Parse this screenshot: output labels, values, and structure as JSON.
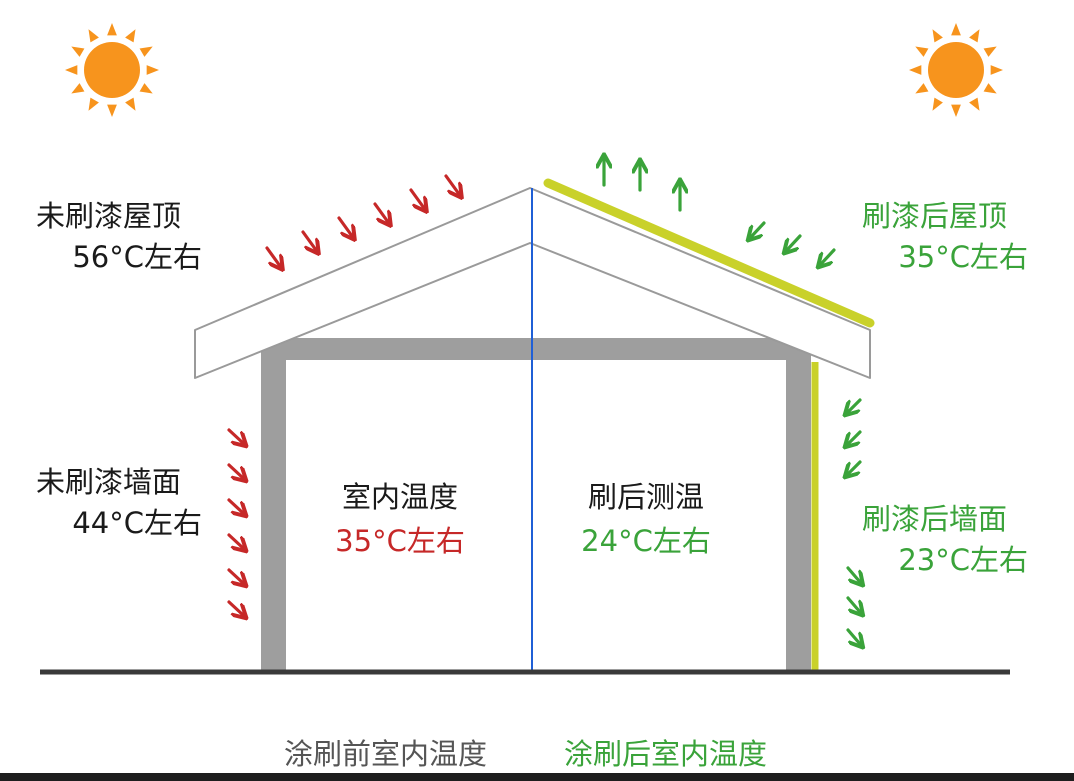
{
  "colors": {
    "red": "#c62828",
    "green": "#3aa33a",
    "coating": "#c9d12a",
    "divider": "#1f5fd6",
    "wall": "#9e9e9e",
    "sun": "#f7941d"
  },
  "icons": {
    "sun": "sun-icon",
    "heat_in": "arrow-down-right-icon",
    "heat_out": "arrow-up-icon",
    "heat_in_reflected": "arrow-down-left-icon"
  },
  "left": {
    "roof_label": "未刷漆屋顶",
    "roof_temp": "56°C左右",
    "wall_label": "未刷漆墙面",
    "wall_temp": "44°C左右",
    "indoor_label": "室内温度",
    "indoor_temp": "35°C左右"
  },
  "right": {
    "roof_label": "刷漆后屋顶",
    "roof_temp": "35°C左右",
    "wall_label": "刷漆后墙面",
    "wall_temp": "23°C左右",
    "indoor_label": "刷后测温",
    "indoor_temp": "24°C左右"
  },
  "captions": {
    "before": "涂刷前室内温度",
    "after": "涂刷后室内温度"
  }
}
